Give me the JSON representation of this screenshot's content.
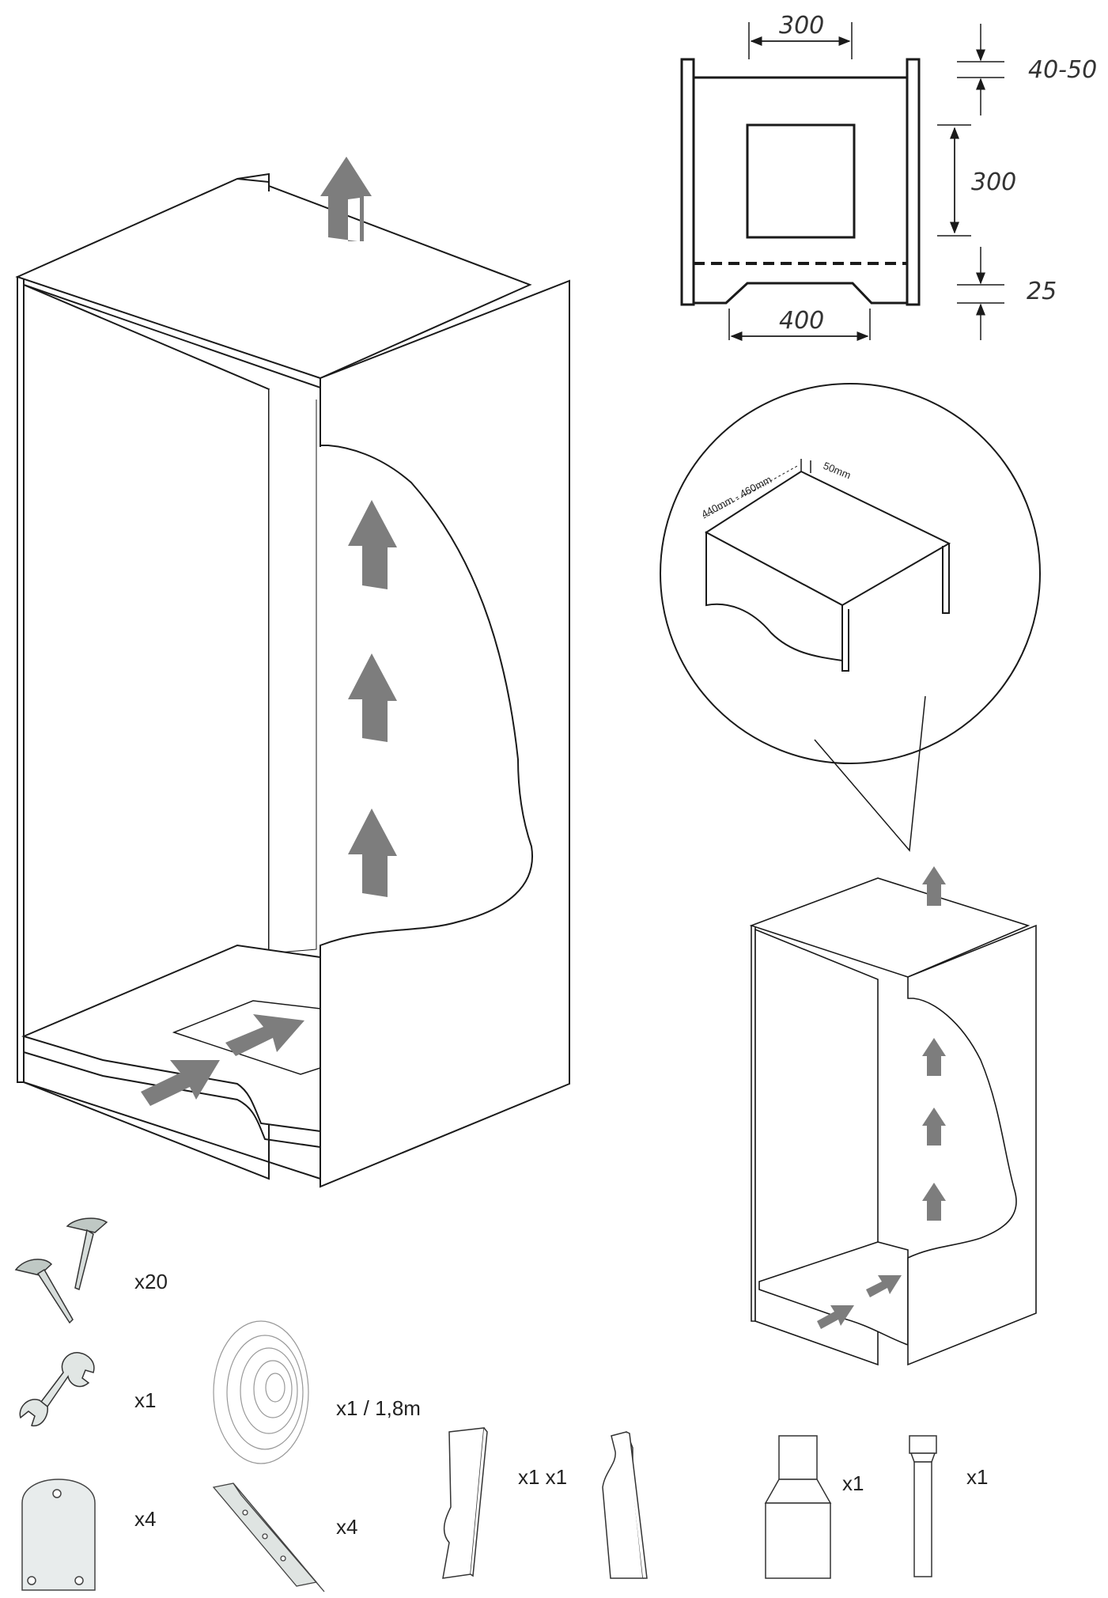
{
  "plan_dimensions": {
    "top_width": "300",
    "top_offset": "40-50",
    "opening_height": "300",
    "bottom_offset": "25",
    "bottom_width": "400"
  },
  "detail_dimensions": {
    "depth": "440mm - 460mm",
    "lip": "50mm"
  },
  "parts": [
    {
      "name": "screws",
      "qty": "x20"
    },
    {
      "name": "wrench",
      "qty": "x1"
    },
    {
      "name": "coil",
      "qty": "x1 / 1,8m"
    },
    {
      "name": "bracket-plate",
      "qty": "x4"
    },
    {
      "name": "angle-rail",
      "qty": "x4"
    },
    {
      "name": "side-panels",
      "qty": "x1 x1"
    },
    {
      "name": "funnel",
      "qty": "x1"
    },
    {
      "name": "pipe",
      "qty": "x1"
    }
  ],
  "colors": {
    "line": "#1a1a1a",
    "arrow": "#7d7d7d",
    "panel": "#ffffff"
  }
}
